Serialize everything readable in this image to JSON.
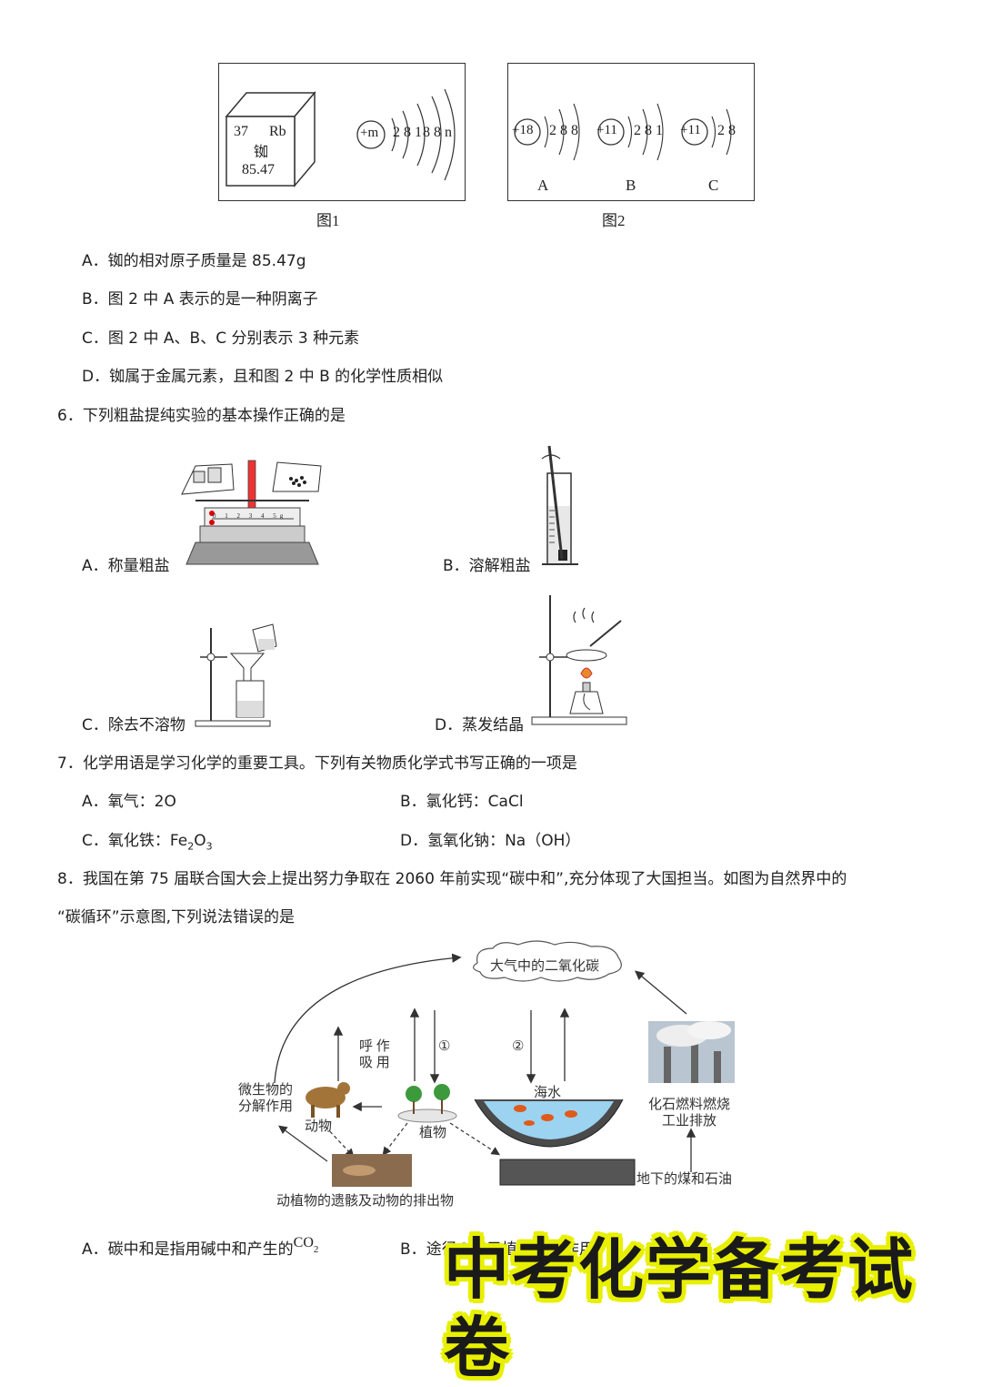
{
  "fig1": {
    "cell": {
      "number": "37",
      "symbol": "Rb",
      "name": "铷",
      "mass": "85.47"
    },
    "nucleus": "+m",
    "shells": "2 8 18 8 n",
    "caption": "图1"
  },
  "fig2": {
    "atoms": [
      {
        "nucleus": "+18",
        "shells": "2 8 8",
        "label": "A"
      },
      {
        "nucleus": "+11",
        "shells": "2 8 1",
        "label": "B"
      },
      {
        "nucleus": "+11",
        "shells": "2 8",
        "label": "C"
      }
    ],
    "caption": "图2"
  },
  "q5": {
    "options": [
      "A．铷的相对原子质量是 85.47g",
      "B．图 2 中 A 表示的是一种阴离子",
      "C．图 2 中 A、B、C 分别表示 3 种元素",
      "D．铷属于金属元素，且和图 2 中 B 的化学性质相似"
    ]
  },
  "q6": {
    "stem": "6．下列粗盐提纯实验的基本操作正确的是",
    "options": [
      "A．称量粗盐",
      "B．溶解粗盐",
      "C．除去不溶物",
      "D．蒸发结晶"
    ],
    "balance_scale": "0 1 2 3 4 5g"
  },
  "q7": {
    "stem": "7．化学用语是学习化学的重要工具。下列有关物质化学式书写正确的一项是",
    "options": {
      "a": "A．氧气：2O",
      "b": "B．氯化钙：CaCl",
      "c_prefix": "C．氧化铁：Fe",
      "c_sub1": "2",
      "c_mid": "O",
      "c_sub2": "3",
      "d": "D．氢氧化钠：Na（OH）"
    }
  },
  "q8": {
    "stem_line1": "8．我国在第 75 届联合国大会上提出努力争取在 2060 年前实现“碳中和”,充分体现了大国担当。如图为自然界中的",
    "stem_line2": "“碳循环”示意图,下列说法错误的是",
    "diagram": {
      "cloud": "大气中的二氧化碳",
      "respiration": "呼 作\n吸 用",
      "path1": "①",
      "path2": "②",
      "microbe": "微生物的\n分解作用",
      "animal": "动物",
      "plant": "植物",
      "seawater": "海水",
      "fossil": "化石燃料燃烧\n工业排放",
      "remains": "动植物的遗骸及动物的排出物",
      "coal": "地下的煤和石油"
    },
    "option_a": "A．碳中和是指用碱中和产生的",
    "option_a_formula": "CO",
    "option_a_sub": "2",
    "option_b": "B．途径①表示植物光合作用"
  },
  "banner": "中考化学备考试卷"
}
